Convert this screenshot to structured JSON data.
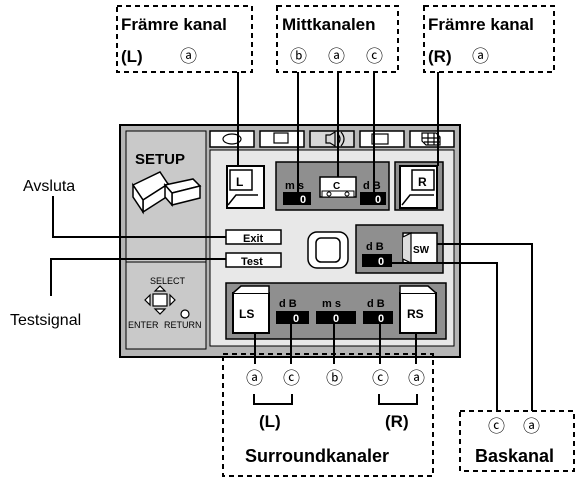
{
  "callouts": {
    "front_left": {
      "title": "Främre kanal",
      "side": "(L)",
      "marker_a": "ⓐ"
    },
    "center": {
      "title": "Mittkanalen",
      "marker_b": "ⓑ",
      "marker_a": "ⓐ",
      "marker_c": "ⓒ"
    },
    "front_right": {
      "title": "Främre kanal",
      "side": "(R)",
      "marker_a": "ⓐ"
    },
    "exit_label": "Avsluta",
    "test_label": "Testsignal",
    "surround": {
      "title": "Surroundkanaler",
      "left_side": "(L)",
      "right_side": "(R)",
      "markers": [
        "ⓐ",
        "ⓒ",
        "ⓑ",
        "ⓒ",
        "ⓐ"
      ]
    },
    "bass": {
      "title": "Baskanal",
      "marker_c": "ⓒ",
      "marker_a": "ⓐ"
    }
  },
  "screen": {
    "title": "SETUP",
    "exit_button": "Exit",
    "test_button": "Test",
    "select_label": "SELECT",
    "enter_label": "ENTER",
    "return_label": "RETURN",
    "speakers": {
      "front_left": "L",
      "center": "C",
      "front_right": "R",
      "subwoofer": "SW",
      "surround_left": "LS",
      "surround_right": "RS"
    },
    "units": {
      "ms": "m s",
      "db": "d B"
    },
    "values": {
      "center_ms": "0",
      "center_db": "0",
      "sw_db": "0",
      "ls_db": "0",
      "surround_ms": "0",
      "rs_db": "0"
    }
  }
}
